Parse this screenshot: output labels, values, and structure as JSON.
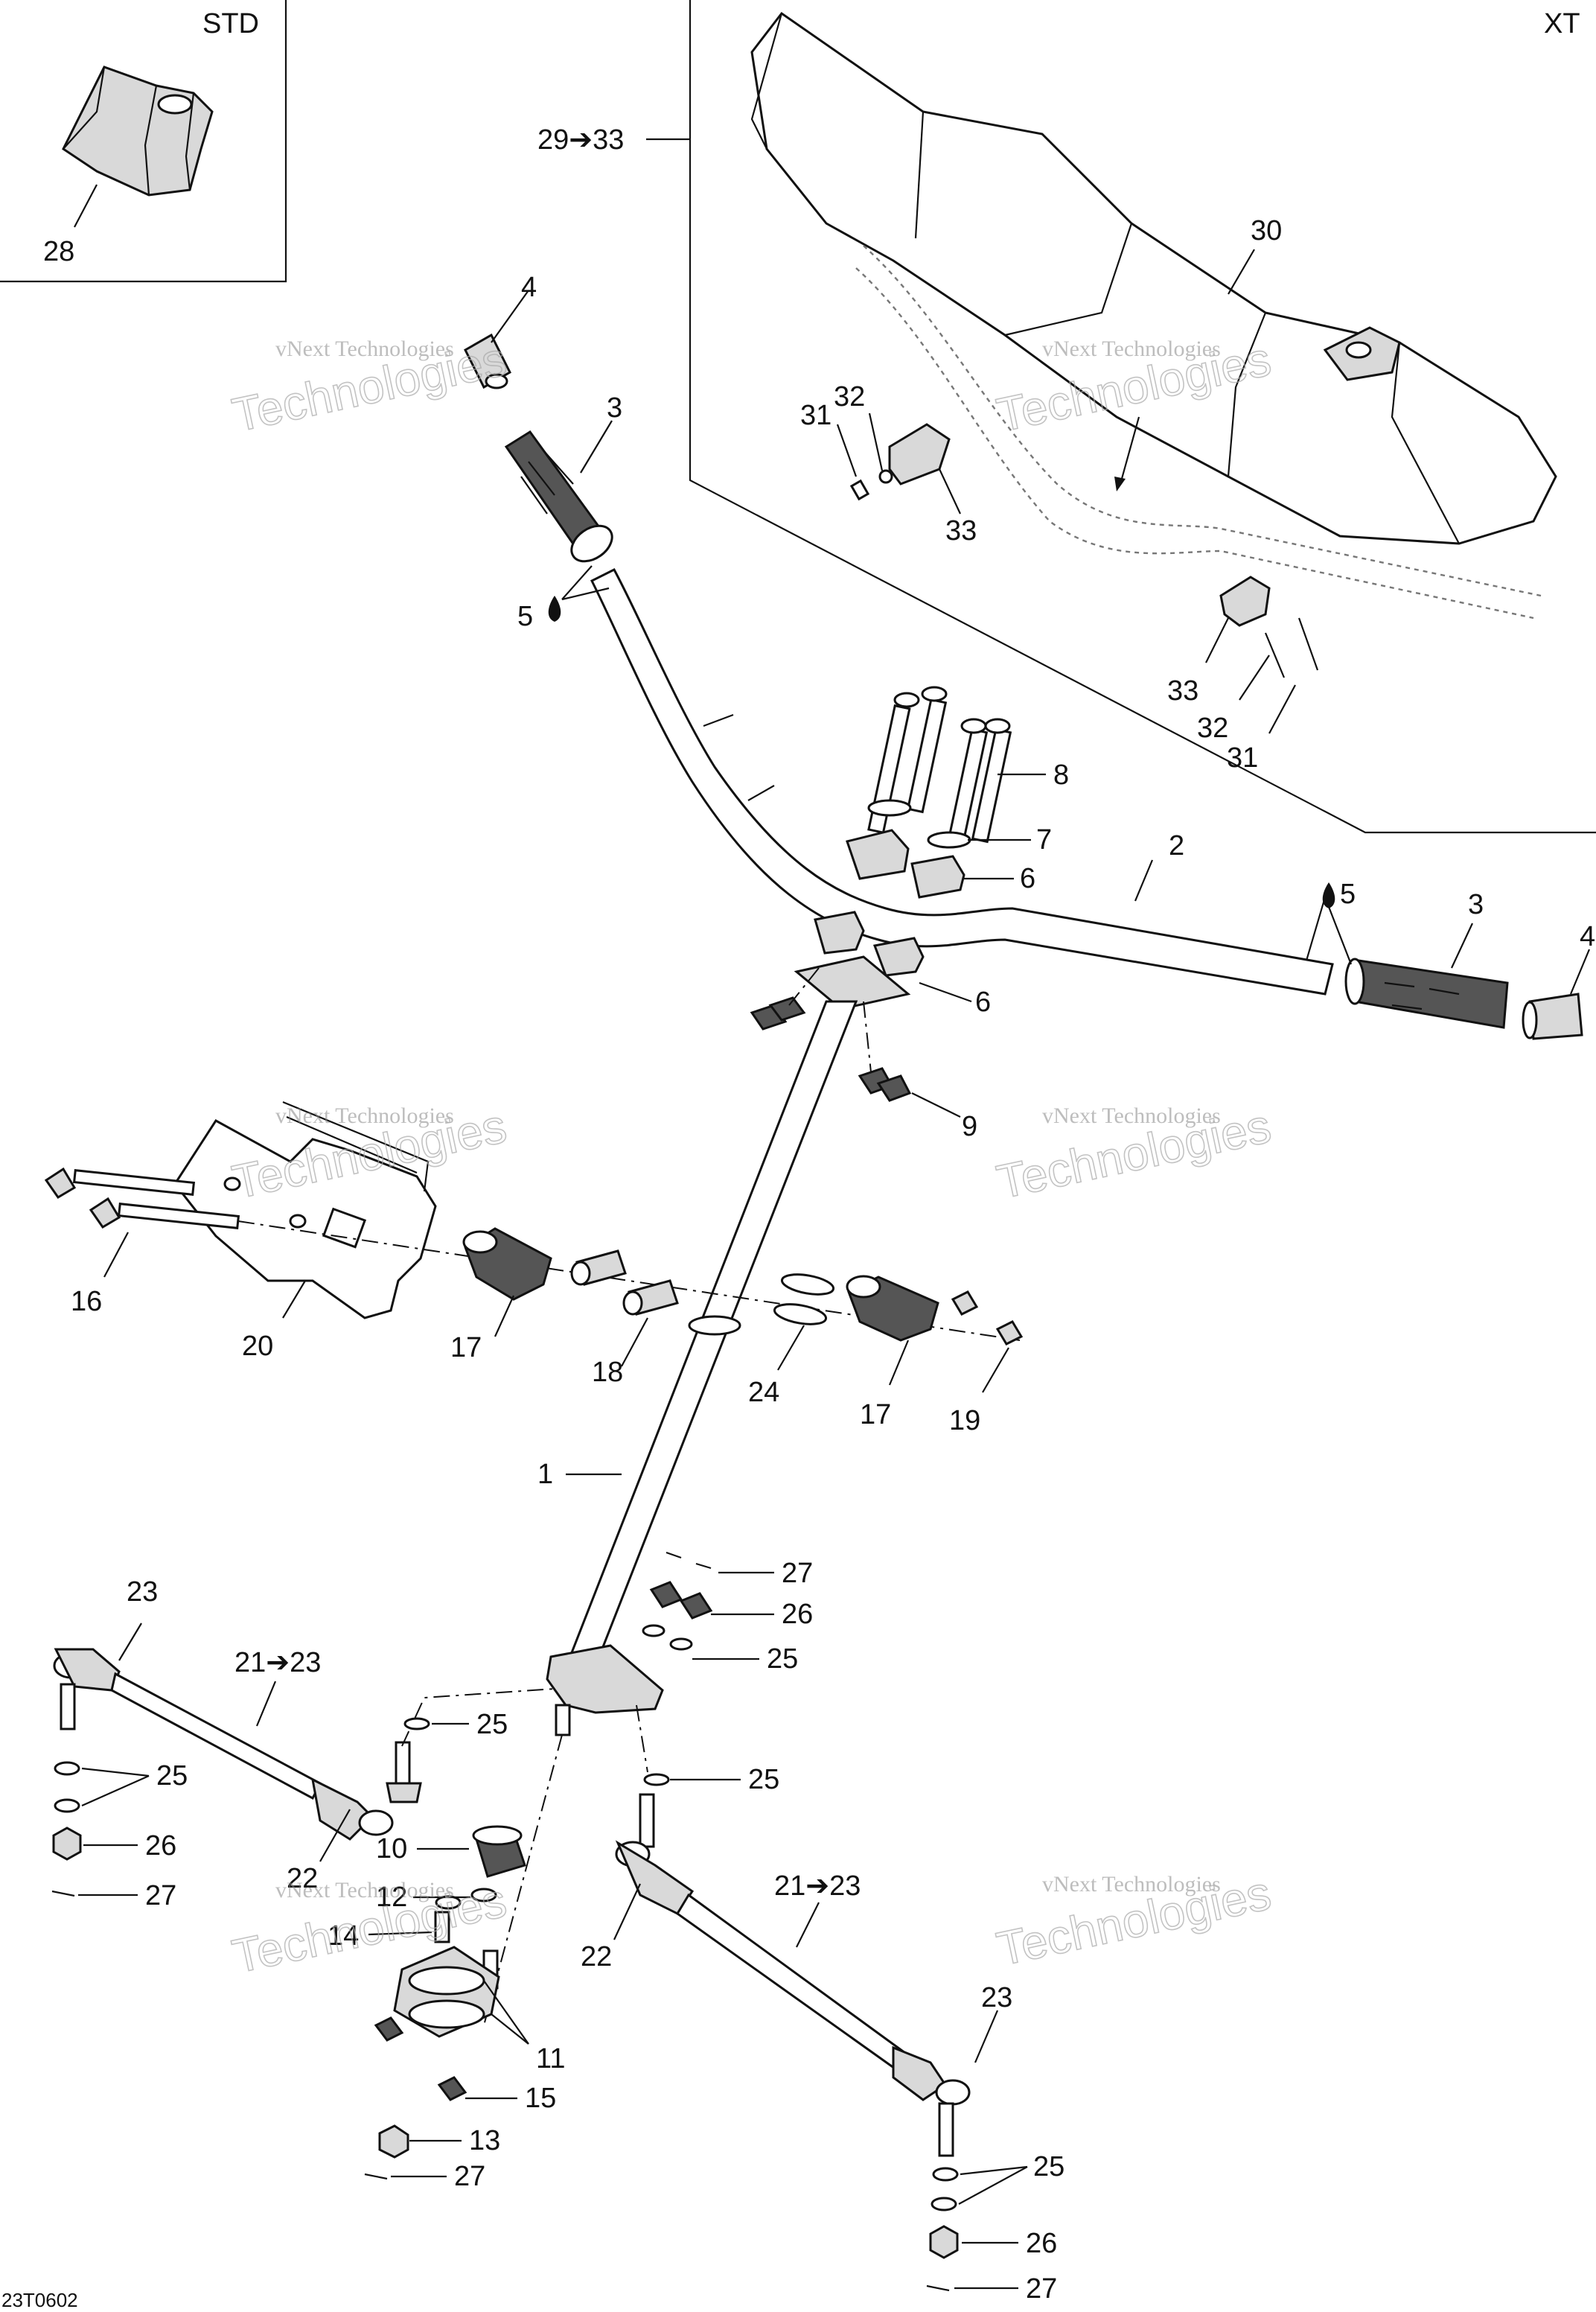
{
  "frames": {
    "std_label": "STD",
    "xt_label": "XT"
  },
  "watermark": {
    "line1": "vNext Technologies",
    "line2": "Technologies"
  },
  "diagram_code": "23T0602",
  "callouts": {
    "c28": "28",
    "c29_33": "29➔33",
    "c30": "30",
    "c4_top": "4",
    "c3_top": "3",
    "c5_top": "5",
    "c31_a": "31",
    "c32_a": "32",
    "c33_a": "33",
    "c33_b": "33",
    "c32_b": "32",
    "c31_b": "31",
    "c8": "8",
    "c7": "7",
    "c6_a": "6",
    "c2": "2",
    "c5_right": "5",
    "c3_right": "3",
    "c4_right": "4",
    "c6_b": "6",
    "c9": "9",
    "c16": "16",
    "c20": "20",
    "c17_a": "17",
    "c18": "18",
    "c24": "24",
    "c17_b": "17",
    "c19": "19",
    "c1": "1",
    "c27_a": "27",
    "c26_a": "26",
    "c25_a": "25",
    "c23_left": "23",
    "c21_23_left": "21➔23",
    "c25_b": "25",
    "c25_left": "25",
    "c26_left": "26",
    "c27_left": "27",
    "c25_c": "25",
    "c10": "10",
    "c22_left": "22",
    "c12": "12",
    "c14": "14",
    "c21_23_right": "21➔23",
    "c22_right": "22",
    "c23_right": "23",
    "c11": "11",
    "c15": "15",
    "c13": "13",
    "c27_b": "27",
    "c25_right": "25",
    "c26_right": "26",
    "c27_right": "27"
  }
}
